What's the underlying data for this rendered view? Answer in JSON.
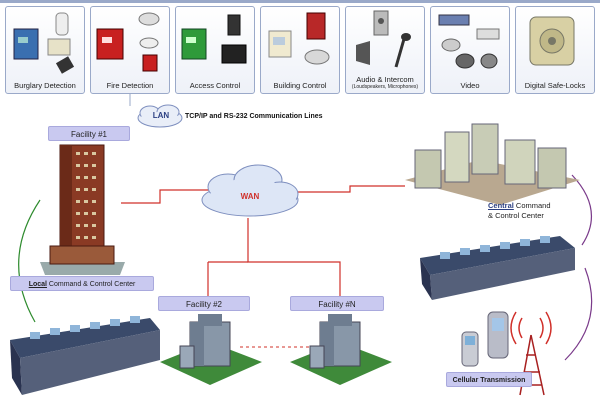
{
  "categories": [
    {
      "label": "Burglary Detection",
      "sub": ""
    },
    {
      "label": "Fire Detection",
      "sub": ""
    },
    {
      "label": "Access Control",
      "sub": ""
    },
    {
      "label": "Building Control",
      "sub": ""
    },
    {
      "label": "Audio & Intercom",
      "sub": "(Loudspeakers, Microphones)"
    },
    {
      "label": "Video",
      "sub": ""
    },
    {
      "label": "Digital Safe-Locks",
      "sub": ""
    }
  ],
  "lan": {
    "label": "LAN",
    "caption": "TCP/IP and RS-232 Communication Lines"
  },
  "wan": {
    "label": "WAN"
  },
  "facilities": {
    "f1": "Facility #1",
    "f2": "Facility #2",
    "fn": "Facility #N"
  },
  "local_center": {
    "bold": "Local",
    "rest": " Command & Control Center"
  },
  "central_center": {
    "bold": "Central",
    "rest1": " Command",
    "rest2": "& Control Center"
  },
  "cellular": "Cellular Transmission",
  "colors": {
    "link": "#d0302a",
    "green": "#2e8b2e",
    "purple": "#7a3a8a",
    "box_border": "#9aa9c9",
    "label_bg": "#c9c9f0"
  }
}
